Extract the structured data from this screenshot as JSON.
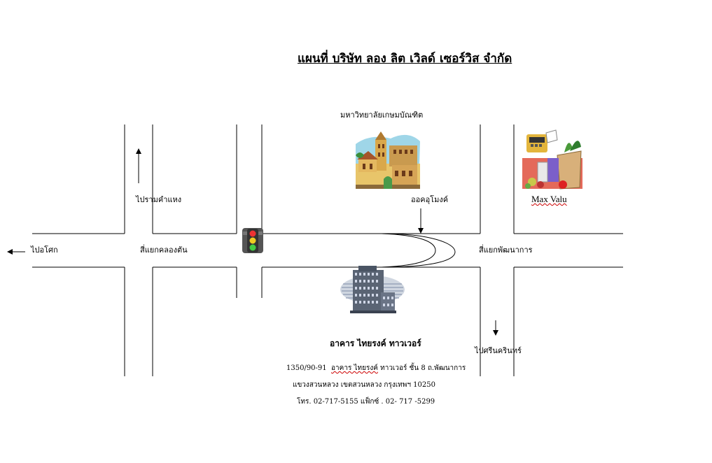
{
  "title": "แผนที่ บริษัท ลอง ลิต เวิลด์ เซอร์วิส จำกัด",
  "labels": {
    "university": "มหาวิทยาลัยเกษมบัณฑิต",
    "to_ramkhamhaeng": "ไปรามคำแหง",
    "otop": "ออคอุโมงค์",
    "max_valu": "Max Valu",
    "to_lokchok": "ไปอโศก",
    "khlongtan_junction": "สี่แยกคลองตัน",
    "phatthanakan_junction": "สี่แยกพัฒนาการ",
    "to_srinakarin": "ไปศรีนครินทร์",
    "building_name": "อาคาร ไทยรงค์ ทาวเวอร์"
  },
  "address": {
    "line1_number": "1350/90-91",
    "line1_building": "อาคาร ไทยรงค์",
    "line1_rest": "ทาวเวอร์ ชั้น 8 ถ.พัฒนาการ",
    "line2": "แขวงสวนหลวง เขตสวนหลวง กรุงเทพฯ 10250",
    "line3": "โทร. 02-717-5155   แฟ็กซ์ . 02- 717 -5299"
  },
  "icons": {
    "traffic_light": "traffic-light-icon",
    "university": "university-building-icon",
    "supermarket": "shopping-basket-icon",
    "office": "office-tower-icon"
  },
  "colors": {
    "road": "#000000",
    "background": "#ffffff"
  }
}
